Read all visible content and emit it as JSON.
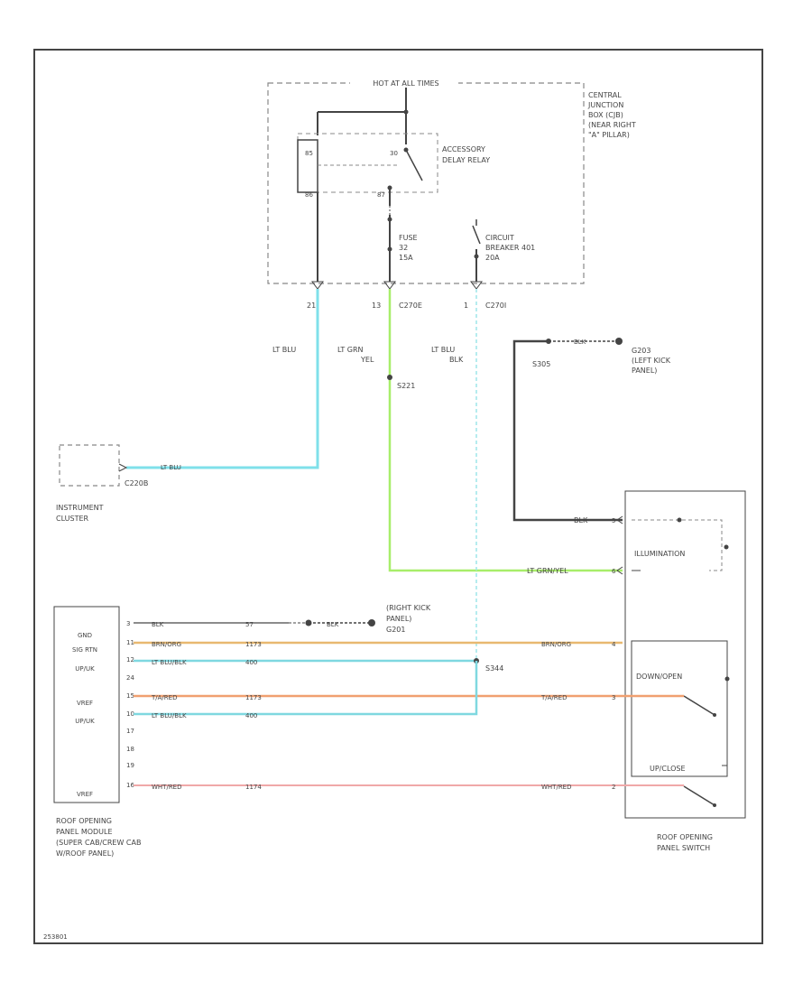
{
  "junction_box": {
    "header": "HOT AT ALL TIMES",
    "name_lines": [
      "CENTRAL",
      "JUNCTION",
      "BOX (CJB)",
      "(NEAR RIGHT",
      "\"A\" PILLAR)"
    ],
    "relay_label_lines": [
      "ACCESSORY",
      "DELAY RELAY"
    ],
    "relay_pins": [
      "85",
      "86",
      "30",
      "87"
    ],
    "fuse_label_lines": [
      "FUSE",
      "32",
      "15A"
    ],
    "breaker_label_lines": [
      "CIRCUIT",
      "BREAKER 401",
      "20A"
    ],
    "connector_pins": [
      "21",
      "13",
      "1"
    ],
    "connectors": [
      "C270E",
      "C270I"
    ]
  },
  "wires": {
    "lt_blu": "LT BLU",
    "lt_grn_yel_lines": [
      "LT GRN",
      "YEL"
    ],
    "lt_blu_blk_lines": [
      "LT BLU",
      "BLK"
    ],
    "splice": "S221",
    "cluster_wire": "LT BLU",
    "cluster_connector": "C220B"
  },
  "instrument_cluster": {
    "label_lines": [
      "INSTRUMENT",
      "CLUSTER"
    ]
  },
  "ground_top": {
    "splice": "S305",
    "wire": "BLK",
    "label_lines": [
      "G203",
      "(LEFT KICK",
      "PANEL)"
    ]
  },
  "ground_left": {
    "wire": "BLK",
    "label_lines": [
      "(RIGHT KICK",
      "PANEL)",
      "G201"
    ]
  },
  "module": {
    "pin_labels": [
      "GND",
      "SIG RTN",
      "UP/UK",
      "VREF",
      "UP/UK",
      "VREF"
    ],
    "pin_numbers": [
      "3",
      "11",
      "12",
      "24",
      "15",
      "10",
      "17",
      "18",
      "19",
      "16"
    ],
    "caption_lines": [
      "ROOF OPENING",
      "PANEL MODULE",
      "(SUPER CAB/CREW CAB",
      "W/ROOF PANEL)"
    ]
  },
  "harness": {
    "rows": [
      {
        "color": "BLK",
        "circuit": "57"
      },
      {
        "color": "BRN/ORG",
        "circuit": "1173",
        "right_color": "BRN/ORG",
        "pin": "4"
      },
      {
        "color": "LT BLU/BLK",
        "circuit": "400"
      },
      {
        "color": "T/A/RED",
        "circuit": "1173",
        "right_color": "T/A/RED",
        "pin": "3"
      },
      {
        "color": "LT BLU/BLK",
        "circuit": "400"
      },
      {
        "color": "WHT/RED",
        "circuit": "1174",
        "right_color": "WHT/RED",
        "pin": "2"
      }
    ],
    "splice_right": "S344"
  },
  "switch": {
    "illumination": "ILLUMINATION",
    "down_open": "DOWN/OPEN",
    "up_close": "UP/CLOSE",
    "blk_wire": "BLK",
    "grn_wire": "LT GRN/YEL",
    "blk_pin": "5",
    "grn_pin": "6",
    "caption_lines": [
      "ROOF OPENING",
      "PANEL SWITCH"
    ]
  },
  "footer": {
    "code": "253801"
  },
  "colors": {
    "lt_blu_wire": "#7fe0ea",
    "lt_grn_wire": "#a8ee6a",
    "brn_org_wire": "#e8b870",
    "tan_red_wire": "#f0a070",
    "wht_red_wire": "#f0a8a8",
    "blk_wire": "#444444"
  }
}
